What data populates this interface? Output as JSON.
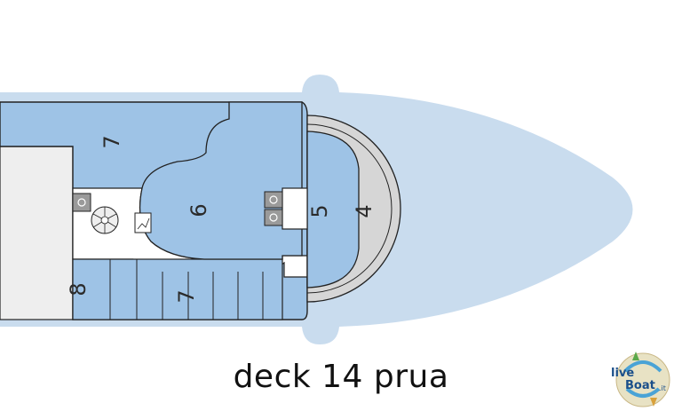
{
  "deck_plan": {
    "caption": "deck 14 prua",
    "zones": {
      "starboard_top": "7",
      "center": "6",
      "bow_inner": "5",
      "bow_outer": "4",
      "stairs_bottom": "7",
      "corner_bottom": "8"
    },
    "icons": [
      "restroom-icon",
      "spiral-staircase-icon",
      "elevator-icon"
    ],
    "colors": {
      "sea_shape": "#c9dcee",
      "zone_fill": "#9ec3e6",
      "corridor": "#ffffff",
      "outer_ring": "#d6d6d6",
      "interior_block": "#eeeeee",
      "outline": "#222222"
    }
  },
  "logo": {
    "text_top": "live",
    "text_mid": "Boat",
    "text_suffix": ".it"
  }
}
